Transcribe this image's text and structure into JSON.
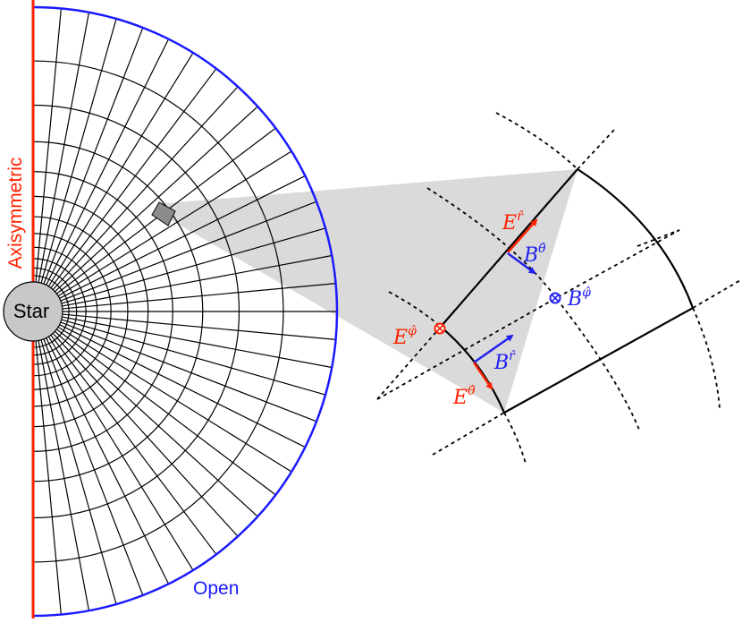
{
  "labels": {
    "star": "Star",
    "axis": "Axisymmetric",
    "boundary": "Open"
  },
  "fields": {
    "E_r": {
      "base": "E",
      "sup": "r̂"
    },
    "B_theta": {
      "base": "B",
      "sup": "θ̂"
    },
    "B_phi": {
      "base": "B",
      "sup": "φ̂"
    },
    "E_phi": {
      "base": "E",
      "sup": "φ̂"
    },
    "B_r": {
      "base": "B",
      "sup": "r̂"
    },
    "E_theta": {
      "base": "E",
      "sup": "θ̂"
    }
  },
  "colors": {
    "axis": "#ff2200",
    "boundary": "#1a1aff",
    "E_field": "#ff2200",
    "B_field": "#2222ee",
    "grid": "#000000",
    "star_fill": "#c8c8c8",
    "highlight_cell": "#8c8c8c",
    "zoom_wedge": "#dadada"
  },
  "grid": {
    "radial_lines": 34,
    "shells": 12
  }
}
